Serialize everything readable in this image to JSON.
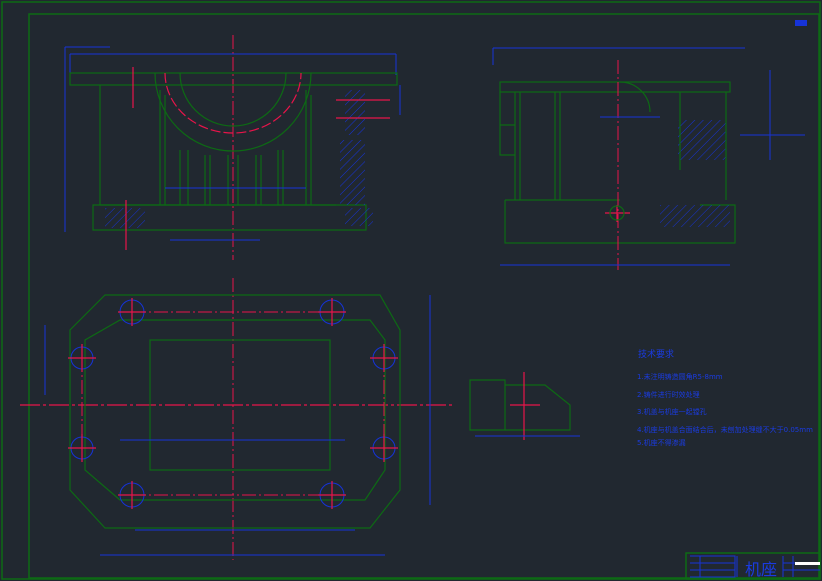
{
  "drawing": {
    "colors": {
      "background": "#212830",
      "outline": "#0d6a14",
      "dimension": "#1633d8",
      "centerline": "#e8144a"
    },
    "technical_requirements": {
      "title": "技术要求",
      "items": [
        "1.未注明铸造圆角R5-8mm",
        "2.铸件进行时效处理",
        "3.机盖与机座一起镗孔",
        "4.机座与机盖合面结合后，未刨加处理缝不大于0.05mm",
        "5.机座不得渗漏"
      ]
    },
    "title_block": {
      "part_name": "机座"
    }
  }
}
